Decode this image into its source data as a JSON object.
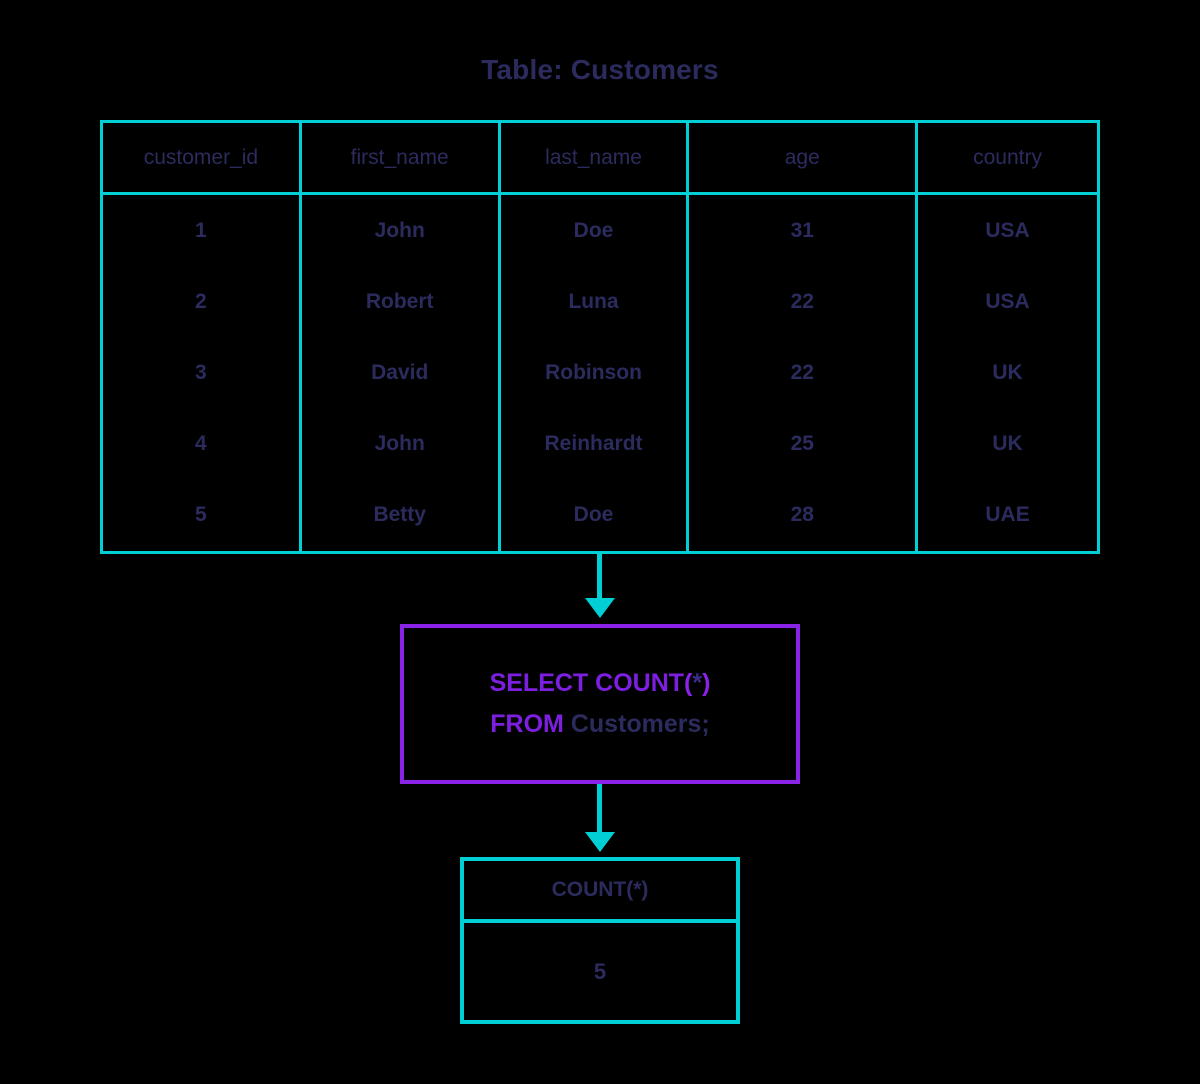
{
  "title": "Table: Customers",
  "colors": {
    "background": "#000000",
    "table_border": "#00cfd6",
    "query_border": "#8a22e8",
    "keyword": "#7d1fe0",
    "text": "#2b2b5e",
    "arrow": "#00cfd6"
  },
  "table": {
    "name": "Customers",
    "columns": [
      "customer_id",
      "first_name",
      "last_name",
      "age",
      "country"
    ],
    "rows": [
      [
        "1",
        "John",
        "Doe",
        "31",
        "USA"
      ],
      [
        "2",
        "Robert",
        "Luna",
        "22",
        "USA"
      ],
      [
        "3",
        "David",
        "Robinson",
        "22",
        "UK"
      ],
      [
        "4",
        "John",
        "Reinhardt",
        "25",
        "UK"
      ],
      [
        "5",
        "Betty",
        "Doe",
        "28",
        "UAE"
      ]
    ]
  },
  "query": {
    "line1": {
      "keyword": "SELECT COUNT",
      "open_paren": "(",
      "star": "*",
      "close_paren": ")"
    },
    "line2": {
      "keyword": "FROM",
      "identifier": " Customers;"
    },
    "full_text": "SELECT COUNT(*) FROM Customers;"
  },
  "result": {
    "header": "COUNT(*)",
    "value": "5"
  },
  "arrows": [
    {
      "name": "table-to-query",
      "direction": "down"
    },
    {
      "name": "query-to-result",
      "direction": "down"
    }
  ]
}
